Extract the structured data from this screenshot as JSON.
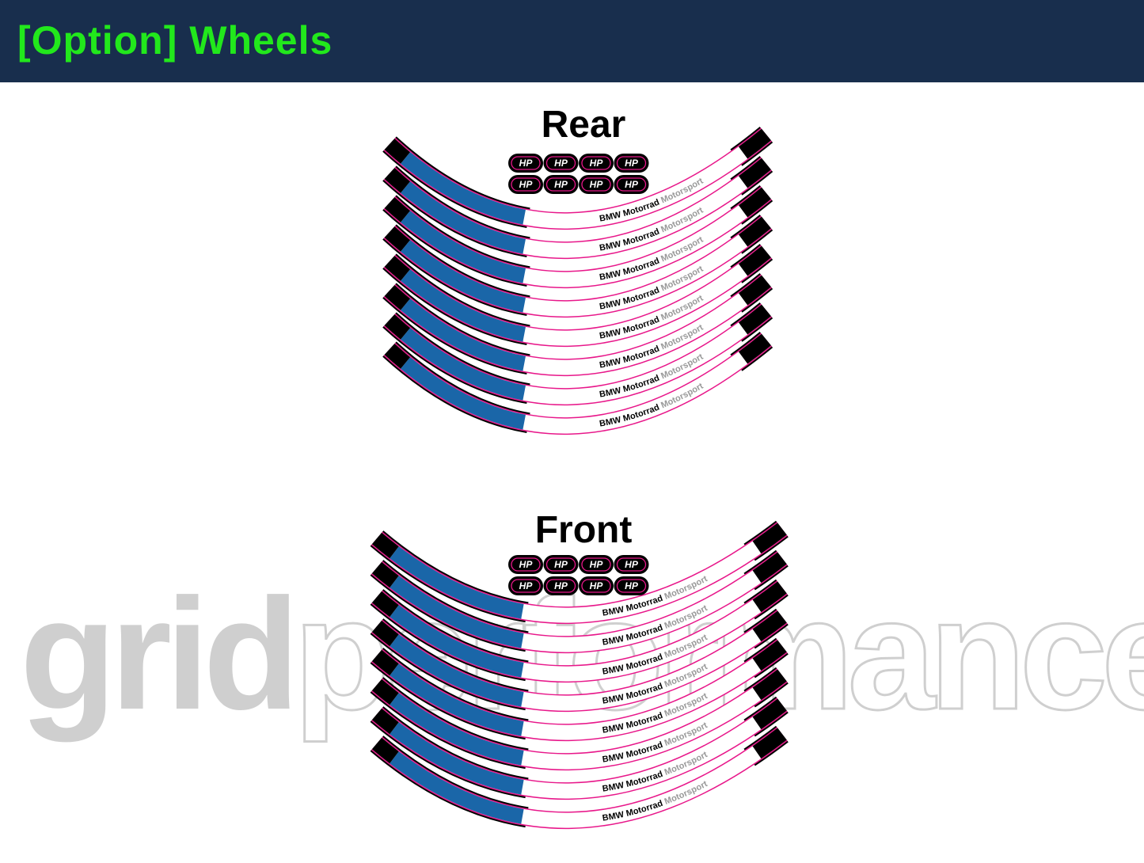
{
  "header": {
    "title": "[Option] Wheels"
  },
  "sections": [
    {
      "label": "Rear",
      "stripe_count": 8,
      "badge_count": 8
    },
    {
      "label": "Front",
      "stripe_count": 8,
      "badge_count": 8
    }
  ],
  "badge_text": "HP",
  "stripe_text": {
    "brand": "BMW Motorrad",
    "sub": "Motorsport"
  },
  "watermark": {
    "solid": "grid",
    "outline": "performance"
  },
  "colors": {
    "header_bg": "#182e4d",
    "title": "#22e81c",
    "blue": "#1a66a8",
    "outline": "#e8178a",
    "watermark": "#cfcfcf"
  }
}
